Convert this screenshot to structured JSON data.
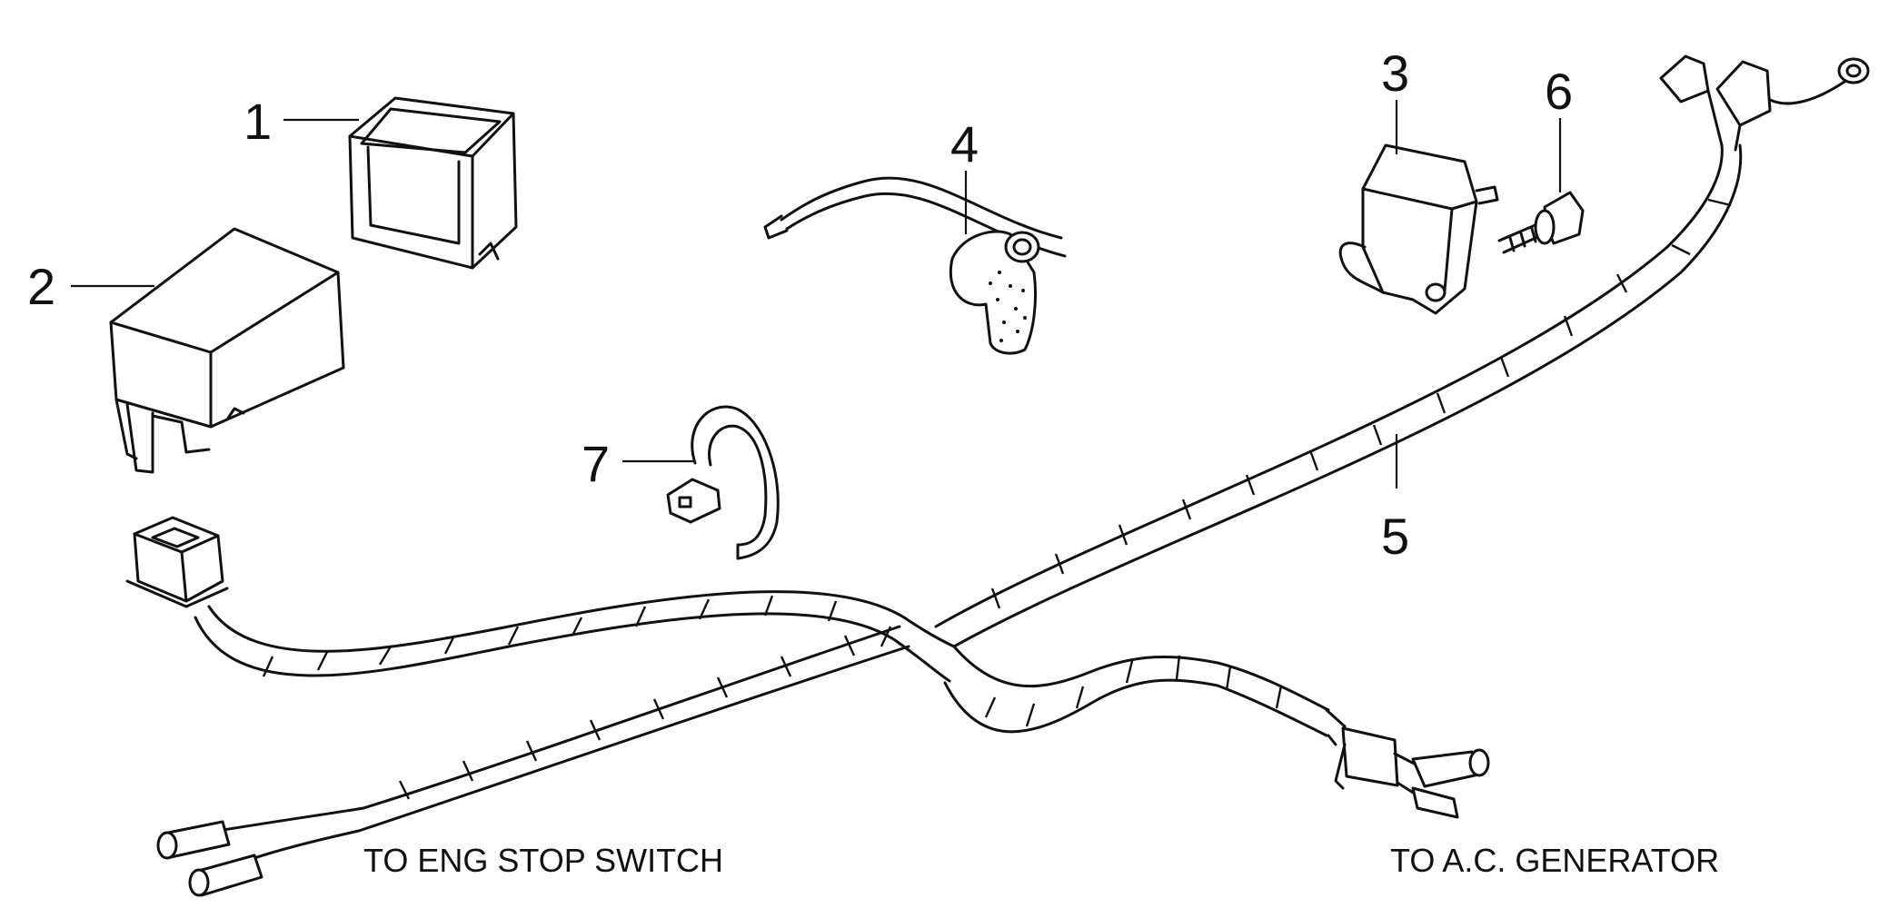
{
  "callouts": [
    {
      "id": "1",
      "label": "1"
    },
    {
      "id": "2",
      "label": "2"
    },
    {
      "id": "3",
      "label": "3"
    },
    {
      "id": "4",
      "label": "4"
    },
    {
      "id": "5",
      "label": "5"
    },
    {
      "id": "6",
      "label": "6"
    },
    {
      "id": "7",
      "label": "7"
    }
  ],
  "destinations": {
    "eng_stop_switch": "TO ENG STOP SWITCH",
    "ac_generator": "TO A.C. GENERATOR"
  }
}
